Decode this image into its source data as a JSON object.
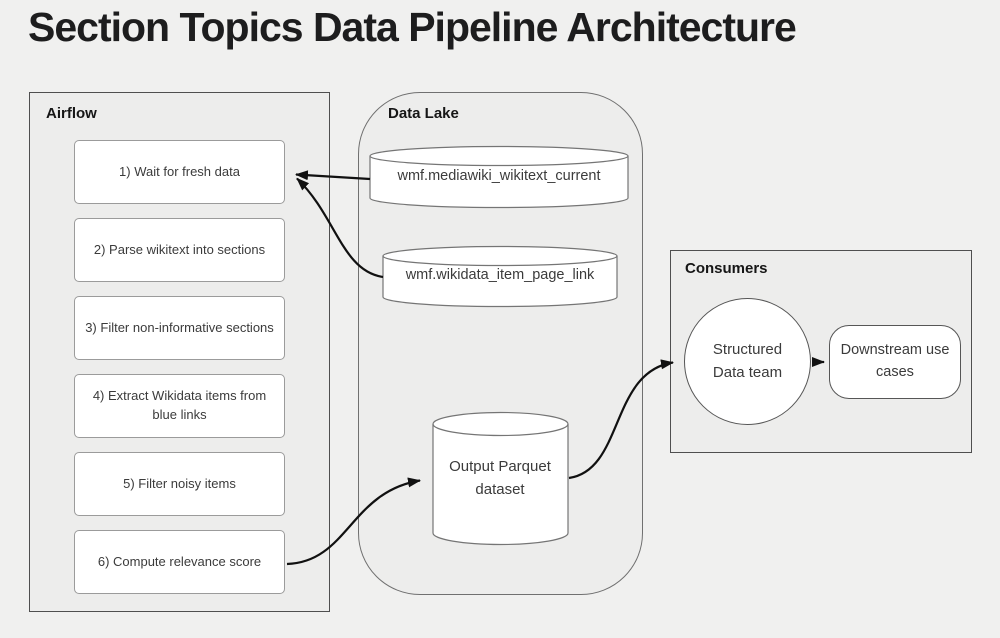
{
  "title": "Section Topics Data Pipeline Architecture",
  "airflow": {
    "label": "Airflow",
    "steps": [
      "1) Wait for fresh data",
      "2) Parse wikitext into sections",
      "3) Filter non-informative sections",
      "4) Extract Wikidata items from blue links",
      "5) Filter noisy items",
      "6) Compute relevance score"
    ]
  },
  "data_lake": {
    "label": "Data Lake",
    "tables": {
      "wikitext_current": "wmf.mediawiki_wikitext_current",
      "item_page_link": "wmf.wikidata_item_page_link",
      "output_dataset": "Output Parquet dataset"
    }
  },
  "consumers": {
    "label": "Consumers",
    "team": "Structured Data team",
    "use_cases": "Downstream use cases"
  },
  "colors": {
    "background": "#f0f0ef",
    "node_fill": "#ffffff",
    "container_border": "#4f4f4f",
    "node_border": "#9b9b9b",
    "cylinder_border": "#757575",
    "arrow": "#111111",
    "text": "#3b3b3b",
    "heading": "#161616"
  }
}
